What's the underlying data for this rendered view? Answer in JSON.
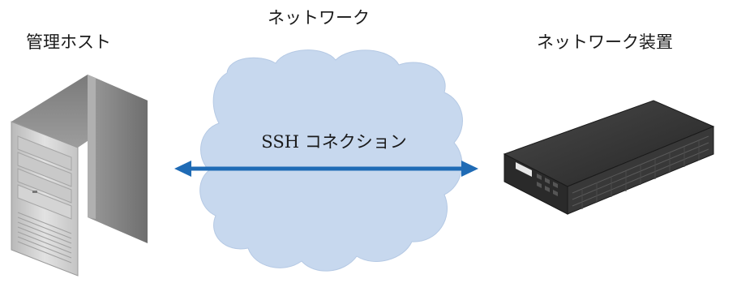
{
  "diagram": {
    "host_label": "管理ホスト",
    "network_label": "ネットワーク",
    "device_label": "ネットワーク装置",
    "connection_label": "SSH コネクション"
  },
  "colors": {
    "cloud_fill": "#c7d8ee",
    "arrow": "#1f6bb5",
    "server_light": "#d7d7d7",
    "server_dark": "#8c8c8c",
    "switch_body": "#2e2e2e"
  },
  "icons": {
    "host": "server-tower-icon",
    "network": "cloud-icon",
    "device": "network-switch-icon",
    "connection": "bidirectional-arrow-icon"
  }
}
